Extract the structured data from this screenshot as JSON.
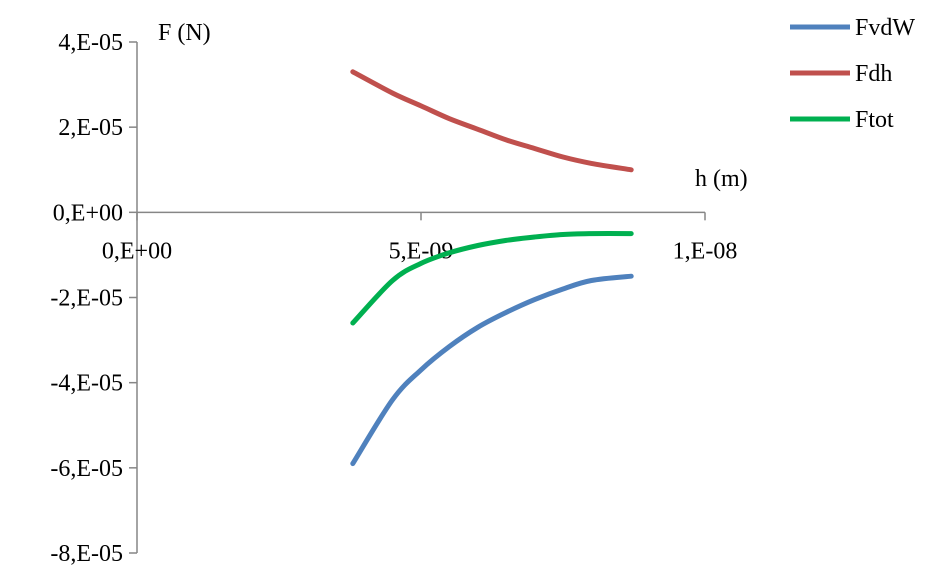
{
  "chart_data": {
    "type": "line",
    "xlabel": "h (m)",
    "ylabel": "F (N)",
    "xlim": [
      0,
      1e-08
    ],
    "ylim": [
      -8e-05,
      4e-05
    ],
    "x_ticks": [
      {
        "value": 0,
        "label": "0,E+00"
      },
      {
        "value": 5e-09,
        "label": "5,E-09"
      },
      {
        "value": 1e-08,
        "label": "1,E-08"
      }
    ],
    "y_ticks": [
      {
        "value": 4e-05,
        "label": "4,E-05"
      },
      {
        "value": 2e-05,
        "label": "2,E-05"
      },
      {
        "value": 0,
        "label": "0,E+00"
      },
      {
        "value": -2e-05,
        "label": "-2,E-05"
      },
      {
        "value": -4e-05,
        "label": "-4,E-05"
      },
      {
        "value": -6e-05,
        "label": "-6,E-05"
      },
      {
        "value": -8e-05,
        "label": "-8,E-05"
      }
    ],
    "grid": false,
    "legend_position": "top-right",
    "x": [
      3.8e-09,
      4.5e-09,
      5e-09,
      5.5e-09,
      6e-09,
      6.5e-09,
      7e-09,
      7.5e-09,
      8e-09,
      8.7e-09
    ],
    "series": [
      {
        "name": "FvdW",
        "color": "#4f81bd",
        "values": [
          -5.9e-05,
          -4.4e-05,
          -3.7e-05,
          -3.15e-05,
          -2.7e-05,
          -2.35e-05,
          -2.05e-05,
          -1.8e-05,
          -1.6e-05,
          -1.5e-05
        ]
      },
      {
        "name": "Fdh",
        "color": "#c0504d",
        "values": [
          3.3e-05,
          2.8e-05,
          2.5e-05,
          2.2e-05,
          1.95e-05,
          1.7e-05,
          1.5e-05,
          1.3e-05,
          1.15e-05,
          1e-05
        ]
      },
      {
        "name": "Ftot",
        "color": "#00b050",
        "values": [
          -2.6e-05,
          -1.6e-05,
          -1.2e-05,
          -9.5e-06,
          -7.8e-06,
          -6.6e-06,
          -5.8e-06,
          -5.2e-06,
          -5e-06,
          -5e-06
        ]
      }
    ]
  }
}
